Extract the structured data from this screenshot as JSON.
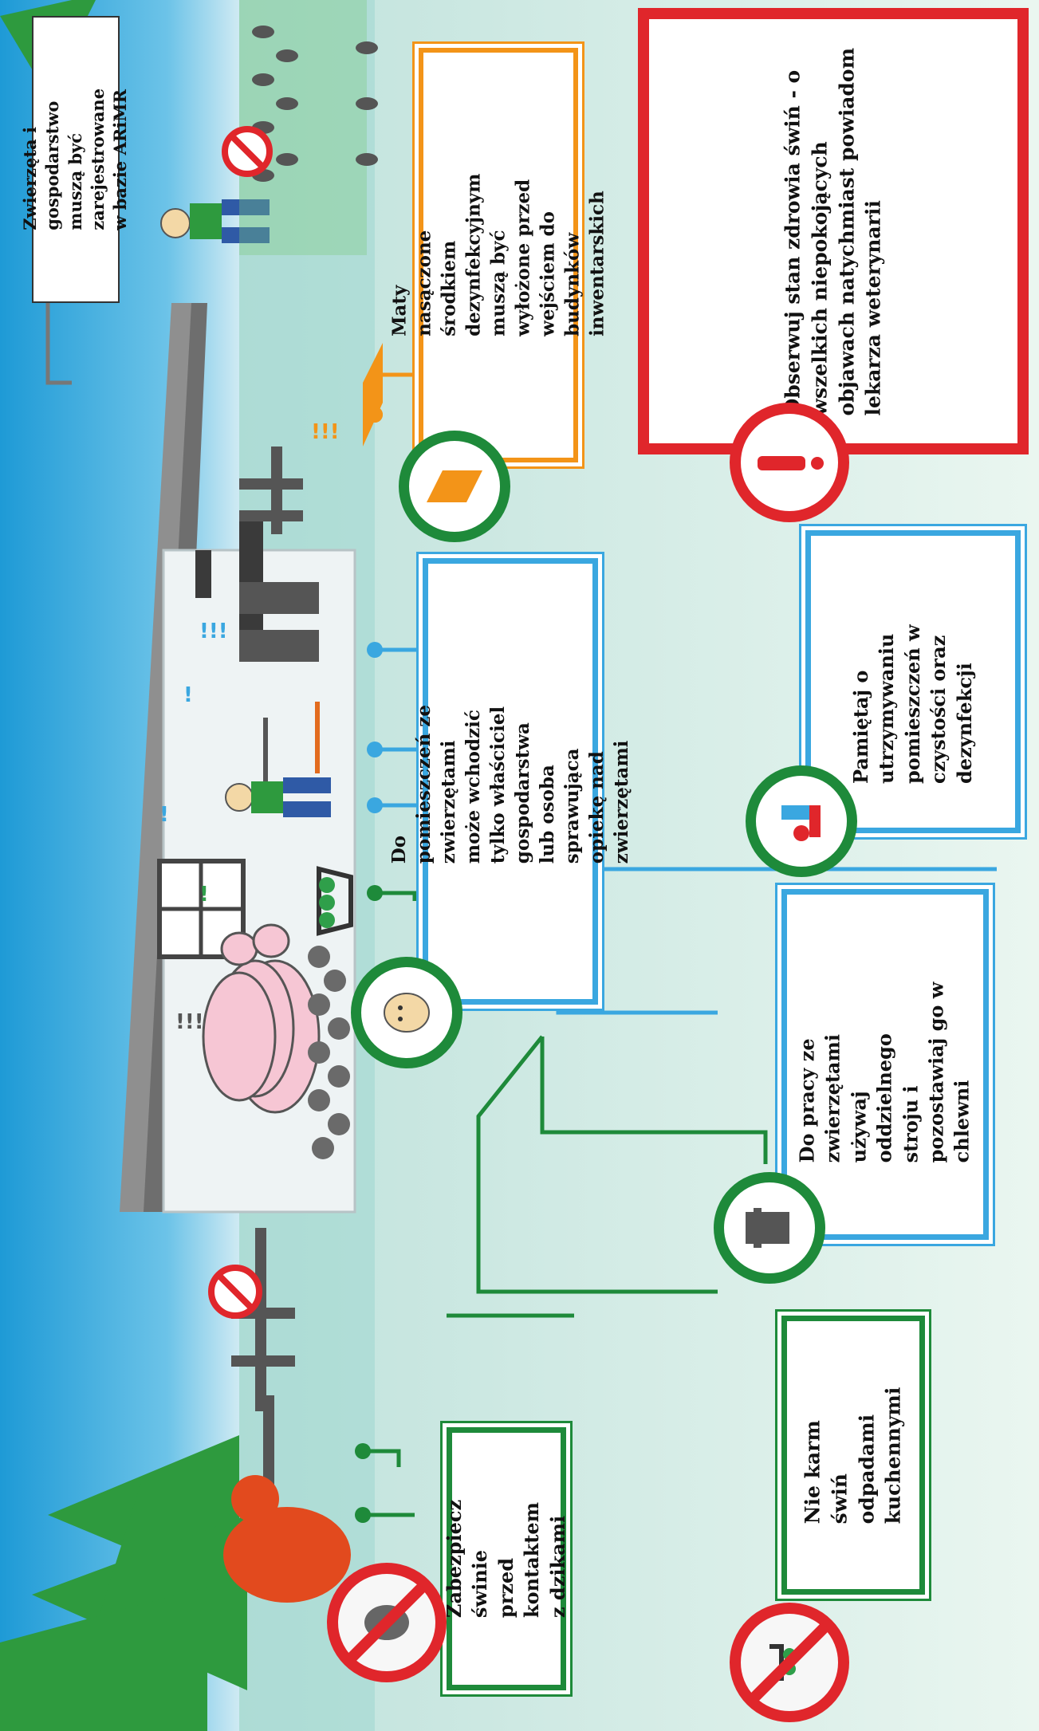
{
  "tips": {
    "arimr": "Zwierzęta i gospodarstwo muszą być zarejestrowane w bazie ARiMR",
    "mats": "Maty nasączone środkiem dezynfekcyjnym muszą być wyłożone przed wejściem do budynków inwentarskich",
    "observe": "Obserwuj stan zdrowia świń - o wszelkich niepokojących objawach natychmiast powiadom lekarza weterynarii",
    "entry": "Do pomieszczeń ze zwierzętami może wchodzić tylko właściciel gospodarstwa lub osoba sprawująca opiekę nad zwierzętami",
    "clean": "Pamiętaj o utrzymywaniu pomieszczeń w czystości oraz dezynfekcji",
    "clothes": "Do pracy ze zwierzętami używaj oddzielnego stroju i pozostawiaj go w chlewni",
    "wildboar": "Zabezpiecz świnie przed kontaktem z dzikami",
    "kitchen": "Nie karm świń odpadami kuchennymi"
  },
  "colors": {
    "blue": "#3aa7e0",
    "green": "#1e8a3a",
    "orange": "#f39418",
    "red": "#e0262b",
    "sky": "#2fa6dc",
    "roof": "#8a8a8a",
    "pig": "#f6c6d4",
    "tree": "#2e9a3e",
    "boar": "#e24a1e"
  },
  "icons": [
    "warning-exclamation-icon",
    "shirt-icon",
    "boot-disinfect-icon",
    "head-person-icon",
    "mat-icon",
    "no-wildboar-icon",
    "no-food-icon",
    "no-entry-icon"
  ]
}
